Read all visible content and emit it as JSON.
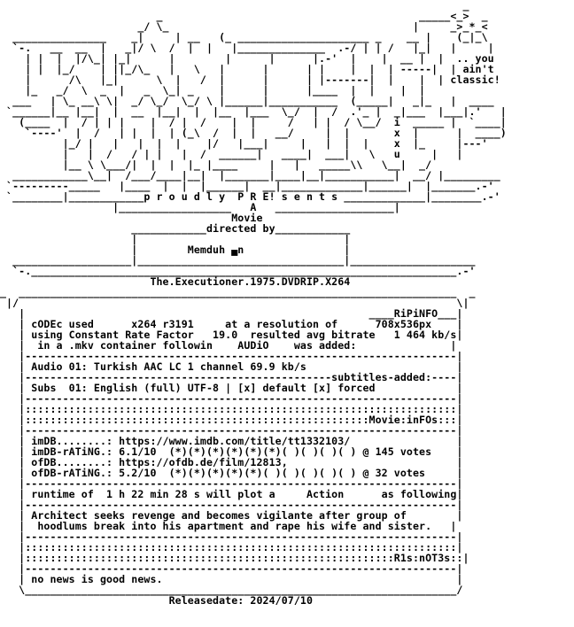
{
  "colors": {
    "background": "#ffffff",
    "text": "#000000"
  },
  "nfo_lines": [
    "                                                                          _   ",
    "                         _                                         _____<_>  _",
    "                      _/ \\_                                       |     _>_*_<",
    "  _______________    _|     | __   (_ _____________________ _    __ |    (_|_\\",
    "  `-.   __  __  |   _|/ \\  /  |  |   |______________  .-/ | | /   |_|   |     |",
    "    | |  |  |/\\_| |_|      |        |      |      |.-'  |    |  __ |  |  .. you",
    "    | |  |_/    | ||_/\\_   |   \\   |      |      | |    |  |  | -----|  | ain't",
    "    |      /\\   |_|      \\  |   /  |      |      | |-------|  |    |  | classic!",
    "    |_   _/  \\  _  |   _  \\_| _    |      |      |____  |  |    |  |",
    "  ___   | \\_ __\\ \\|  _/ \\_/  \\_/ \\ |______|___________  (_____|   _|_   |  ____",
    " `______|__ |__|  |  __  |__|  |  |__  |___  \\_/  |  /  .'_ |  _|___  |___|.'   |",
    "   (____  |  / | | |    |  / |  /    |  |     /   | |  / \\__/  i  _____ |  `____|",
    "    `----'  |  /   | |  |  | (_\\  /  |  |   __/     |  |       x  |      |  ____)",
    "          |_/ |   |   |  |  |    |/   |___|     |   |  |  |    x  |_     |---'",
    "          |   |  /   / | |   |  /  ______|   ____|  ___|   \\   u     |   |",
    "          |__ \\ \\___/|  |  |  |_ |____     |   |   _____\\\\   \\__|  _/",
    "  ____________\\__|  /___/____|__|  |_______|____|__|___________|  __/ |_________",
    " `---------_____   |____  |  |  |______|  __|_____________|______|  |_______.-'",
    " `________|____________p r o u d l y  P R E! s e n t s _____________|________.-'",
    "                  |__________________   A   ___________________|",
    "                                     Movie",
    "                     ____________directed by____________",
    "                     |                                 |",
    "                     |        Memduh ▄n                |",
    "  ___________________|_________________________________|____________________",
    "  `-.____________________________________________________________________.-'",
    "                        The.Executioner.1975.DVDRIP.X264",
    "_  ______________________________________________________________________  _",
    " |/                                                                      \\|",
    "   |                                                       ____RiPiNFO___|",
    "   | cODEc used      x264 r3191     at a resolution of      708x536px    |",
    "   | using Constant Rate Factor   19.0  resulted avg bitrate   1 464 kb/s|",
    "   |  in a .mkv container followin    AUDiO    was added:               |",
    "   |---------------------------------------------------------------------|",
    "   | Audio 01: Turkish AAC LC 1 channel 69.9 kb/s                        |",
    "   |-------------------------------------------------subtitles-added:----|",
    "   | Subs  01: English (full) UTF-8 | [x] default [x] forced             |",
    "   |---------------------------------------------------------------------|",
    "   |:::::::::::::::::::::::::::::::::::::::::::::::::::::::::::::::::::::|",
    "   |:::::::::::::::::::::::::::::::::::::::::::::::::::::::Movie:inFOs:::|",
    "   |---------------------------------------------------------------------|",
    "   | imDB........: https://www.imdb.com/title/tt1332103/                 |",
    "   | imDB-rATiNG.: 6.1/10  (*)(*)(*)(*)(*)(*)( )( )( )( ) @ 145 votes    |",
    "   | ofDB........: https://ofdb.de/film/12813,                           |",
    "   | ofDB-rATiNG.: 5.2/10  (*)(*)(*)(*)(*)( )( )( )( )( ) @ 32 votes     |",
    "   |---------------------------------------------------------------------|",
    "   | runtime of  1 h 22 min 28 s will plot a     Action      as following|",
    "   |---------------------------------------------------------------------|",
    "   | Architect seeks revenge and becomes vigilante after group of        |",
    "   |  hoodlums break into his apartment and rape his wife and sister.   |",
    "   |---------------------------------------------------------------------|",
    "   |:::::::::::::::::::::::::::::::::::::::::::::::::::::::::::::::::::::|",
    "   |:::::::::::::::::::::::::::::::::::::::::::::::::::::::::::R1s:nOT3s::|",
    "   |---------------------------------------------------------------------|",
    "   | no news is good news.                                               |",
    "   \\_____________________________________________________________________/",
    "                           Releasedate: 2024/07/10"
  ]
}
